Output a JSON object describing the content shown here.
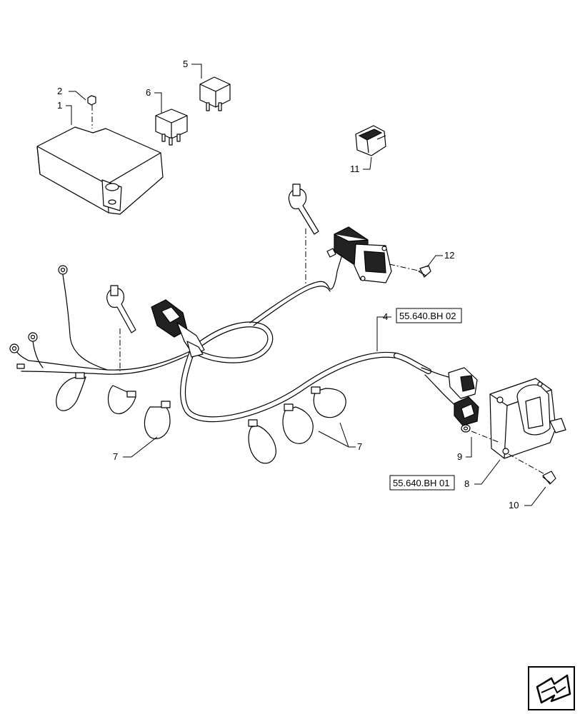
{
  "callouts": {
    "c1": "1",
    "c2": "2",
    "c4": "4",
    "c5": "5",
    "c6": "6",
    "c7a": "7",
    "c7b": "7",
    "c8": "8",
    "c9": "9",
    "c10": "10",
    "c11": "11",
    "c12": "12"
  },
  "references": {
    "bh02": "55.640.BH 02",
    "bh01": "55.640.BH 01"
  },
  "icons": {
    "nav": "next-page-arrow-icon"
  }
}
